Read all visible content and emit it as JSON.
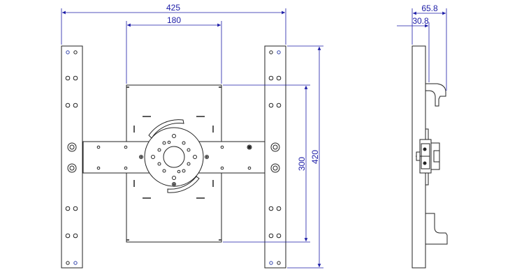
{
  "dimensions": {
    "overall_width": "425",
    "inner_width": "180",
    "overall_height": "420",
    "plate_height": "300",
    "side_depth": "65.8",
    "side_offset": "30.8"
  },
  "colors": {
    "part_line": "#222222",
    "dimension_line": "#1a1aa6",
    "background": "#ffffff"
  }
}
